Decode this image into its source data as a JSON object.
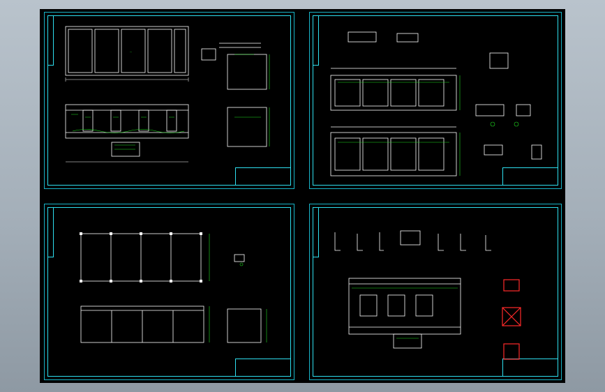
{
  "colors": {
    "background": "#000000",
    "frame": "#2ee0f0",
    "line": "#ffffff",
    "dimension": "#20e020",
    "rebar": "#ff2a2a"
  },
  "sheets": [
    {
      "id": "sheet-1"
    },
    {
      "id": "sheet-2"
    },
    {
      "id": "sheet-3"
    },
    {
      "id": "sheet-4"
    }
  ]
}
